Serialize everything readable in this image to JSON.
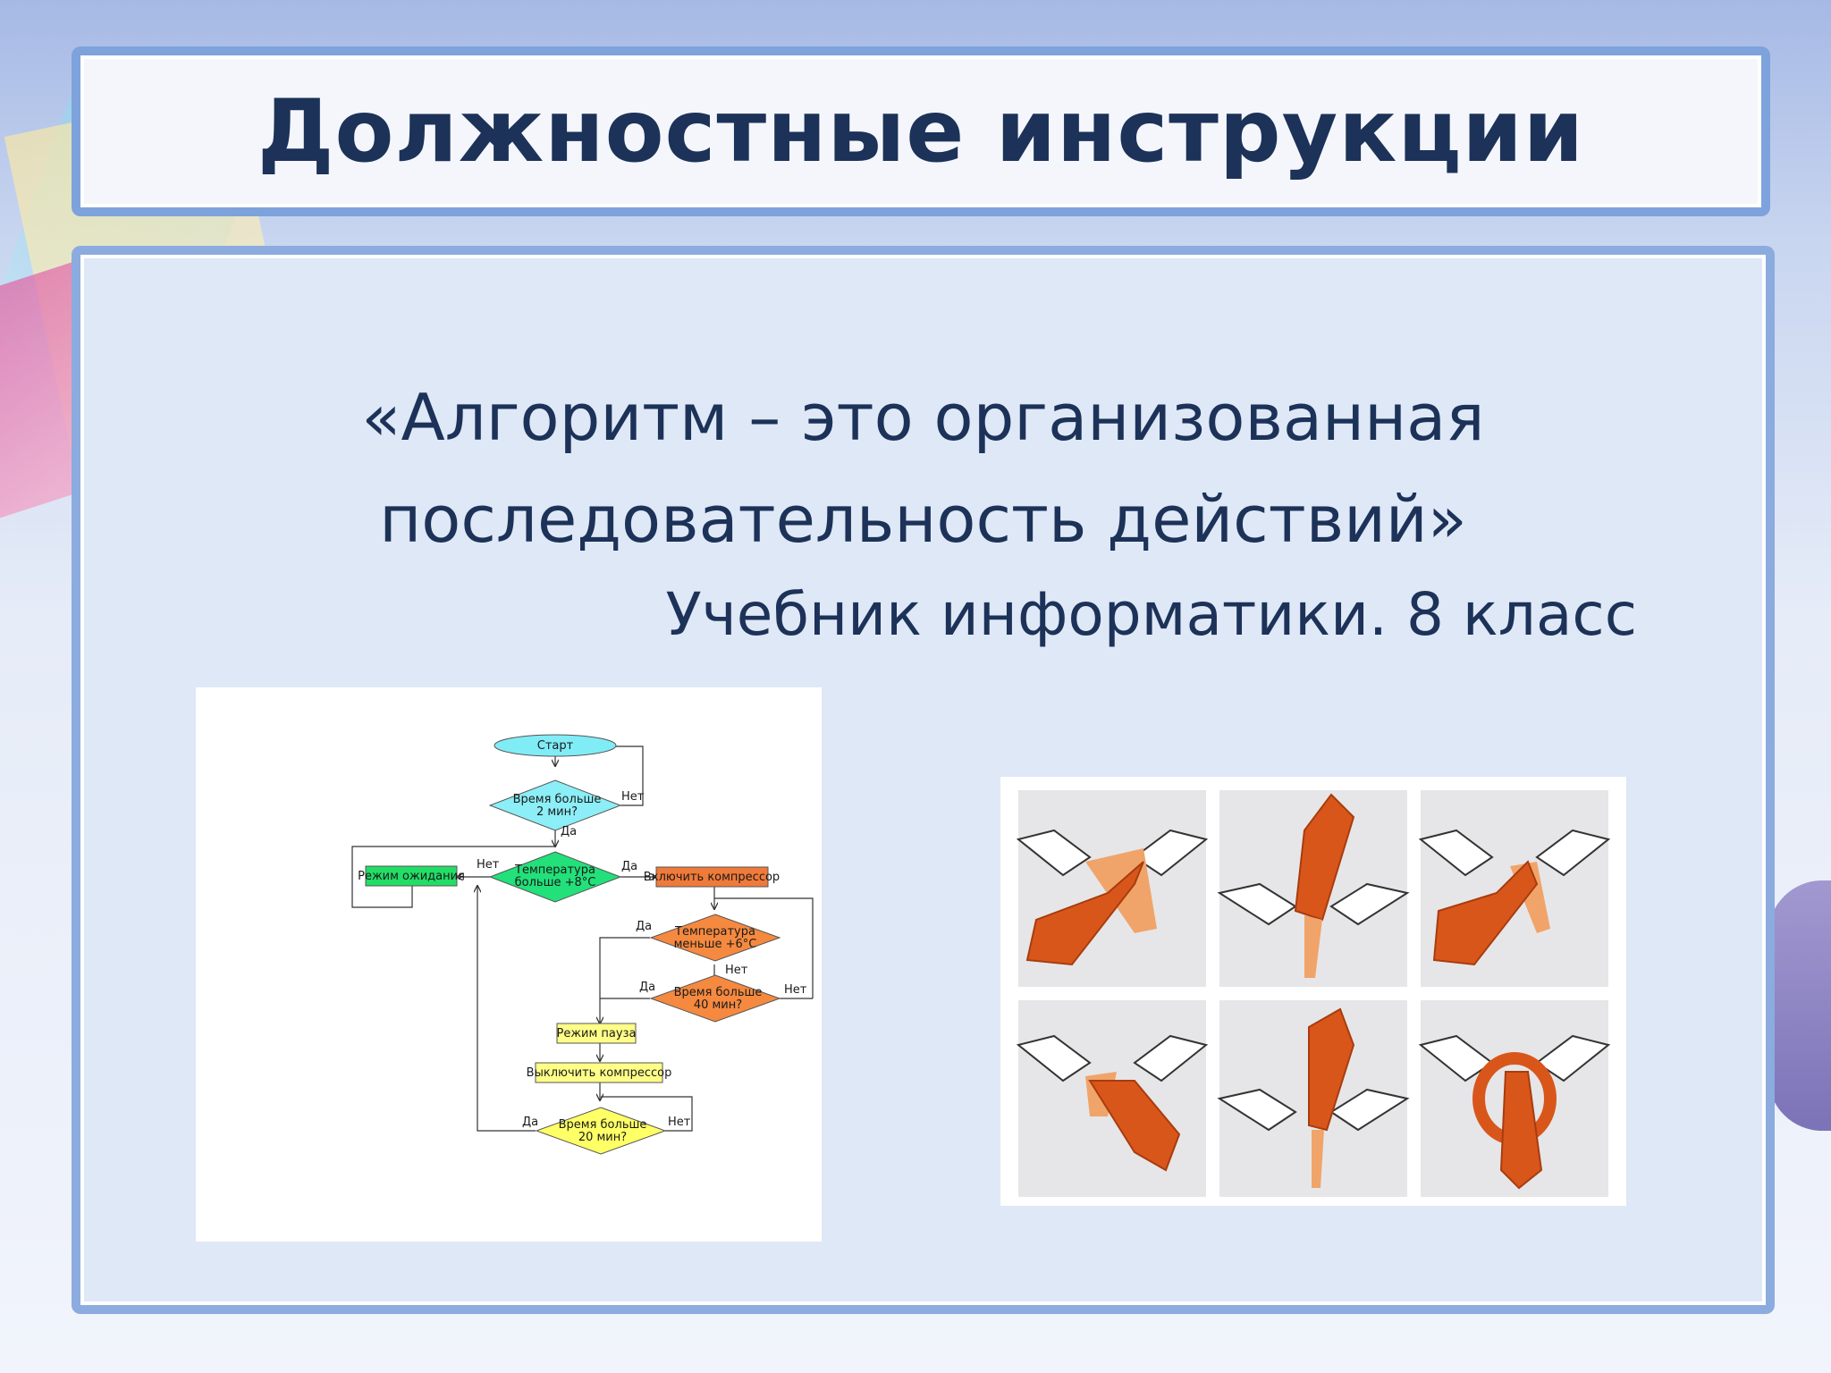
{
  "slide": {
    "title": "Должностные инструкции",
    "quote_line1": "«Алгоритм – это организованная",
    "quote_line2": "последовательность действий»",
    "source": "Учебник информатики. 8 класс"
  },
  "flowchart": {
    "start": "Старт",
    "d_time2_l1": "Время больше",
    "d_time2_l2": "2 мин?",
    "no_1": "Нет",
    "yes_1": "Да",
    "standby": "Режим ожидания",
    "no_2": "Нет",
    "d_temp8_l1": "Температура",
    "d_temp8_l2": "больше +8°C",
    "yes_2": "Да",
    "comp_on": "Включить компрессор",
    "yes_3": "Да",
    "d_temp6_l1": "Температура",
    "d_temp6_l2": "меньше +6°C",
    "no_3": "Нет",
    "yes_4": "Да",
    "d_time40_l1": "Время больше",
    "d_time40_l2": "40 мин?",
    "no_4": "Нет",
    "pause": "Режим пауза",
    "comp_off": "Выключить компрессор",
    "yes_5": "Да",
    "d_time20_l1": "Время больше",
    "d_time20_l2": "20 мин?",
    "no_5": "Нет",
    "colors": {
      "start": "#80ecf6",
      "wait_decision": "#8ceef7",
      "temp_decision": "#22e07a",
      "standby": "#22dd66",
      "compressor": "#f07a3a",
      "temp_low": "#f5893f",
      "pause": "#ffff88",
      "final": "#ffff66"
    }
  },
  "tie_panels": {
    "count": 6,
    "tie_color": "#d9561b",
    "shirt_color": "#ffffff",
    "panel_color": "#e6e6e8"
  }
}
